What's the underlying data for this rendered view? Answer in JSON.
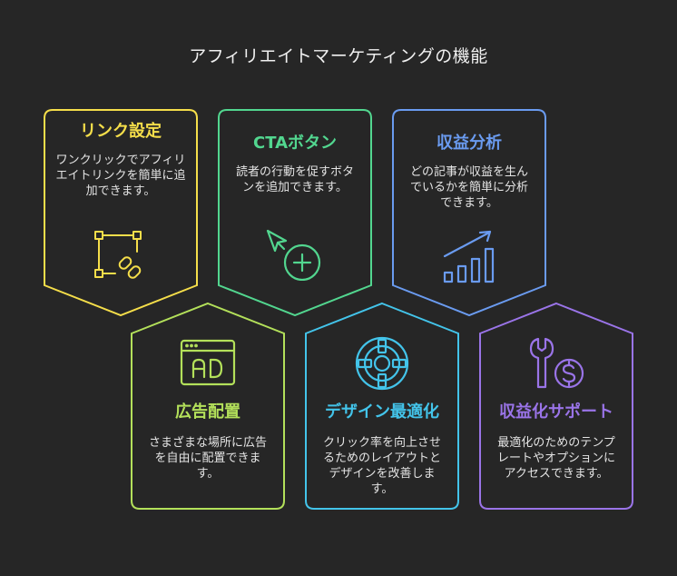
{
  "title": "アフィリエイトマーケティングの機能",
  "colors": {
    "background": "#262626",
    "yellow": "#f5de4a",
    "green": "#52d68f",
    "blue": "#6a9bf0",
    "lime": "#b3e05a",
    "cyan": "#43c4ea",
    "purple": "#9a74e8"
  },
  "cards": [
    {
      "name": "link-setup",
      "title": "リンク設定",
      "desc": "ワンクリックでアフィリエイトリンクを簡単に追加できます。",
      "icon": "link-nodes-icon",
      "color": "#f5de4a"
    },
    {
      "name": "cta-button",
      "title": "CTAボタン",
      "desc": "読者の行動を促すボタンを追加できます。",
      "icon": "cursor-plus-icon",
      "color": "#52d68f"
    },
    {
      "name": "revenue-analysis",
      "title": "収益分析",
      "desc": "どの記事が収益を生んでいるかを簡単に分析できます。",
      "icon": "growth-chart-icon",
      "color": "#6a9bf0"
    },
    {
      "name": "ad-placement",
      "title": "広告配置",
      "desc": "さまざまな場所に広告を自由に配置できます。",
      "icon": "ad-window-icon",
      "color": "#b3e05a"
    },
    {
      "name": "design-optimization",
      "title": "デザイン最適化",
      "desc": "クリック率を向上させるためのレイアウトとデザインを改善します。",
      "icon": "target-icon",
      "color": "#43c4ea"
    },
    {
      "name": "monetization-support",
      "title": "収益化サポート",
      "desc": "最適化のためのテンプレートやオプションにアクセスできます。",
      "icon": "wrench-dollar-icon",
      "color": "#9a74e8"
    }
  ]
}
